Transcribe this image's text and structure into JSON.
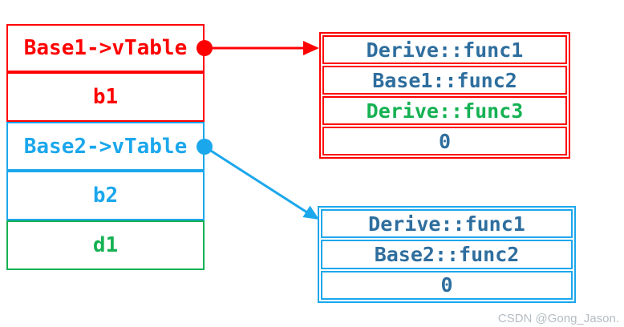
{
  "colors": {
    "red": "#FF0000",
    "blue": "#1BA7EC",
    "green": "#15B152",
    "steel": "#2E6E9E",
    "wmgray": "#B4BCC2"
  },
  "stack": {
    "rows": [
      {
        "label": "Base1->vTable",
        "color": "red"
      },
      {
        "label": "b1",
        "color": "red"
      },
      {
        "label": "Base2->vTable",
        "color": "blue"
      },
      {
        "label": "b2",
        "color": "blue"
      },
      {
        "label": "d1",
        "color": "green"
      }
    ]
  },
  "vtable1": {
    "rows": [
      {
        "label": "Derive::func1",
        "color": "steel"
      },
      {
        "label": "Base1::func2",
        "color": "steel"
      },
      {
        "label": "Derive::func3",
        "color": "green"
      },
      {
        "label": "0",
        "color": "steel"
      }
    ]
  },
  "vtable2": {
    "rows": [
      {
        "label": "Derive::func1",
        "color": "steel"
      },
      {
        "label": "Base2::func2",
        "color": "steel"
      },
      {
        "label": "0",
        "color": "steel"
      }
    ]
  },
  "arrows": [
    {
      "name": "base1-vtable-pointer",
      "color": "red"
    },
    {
      "name": "base2-vtable-pointer",
      "color": "blue"
    }
  ],
  "watermark": "CSDN @Gong_Jason."
}
